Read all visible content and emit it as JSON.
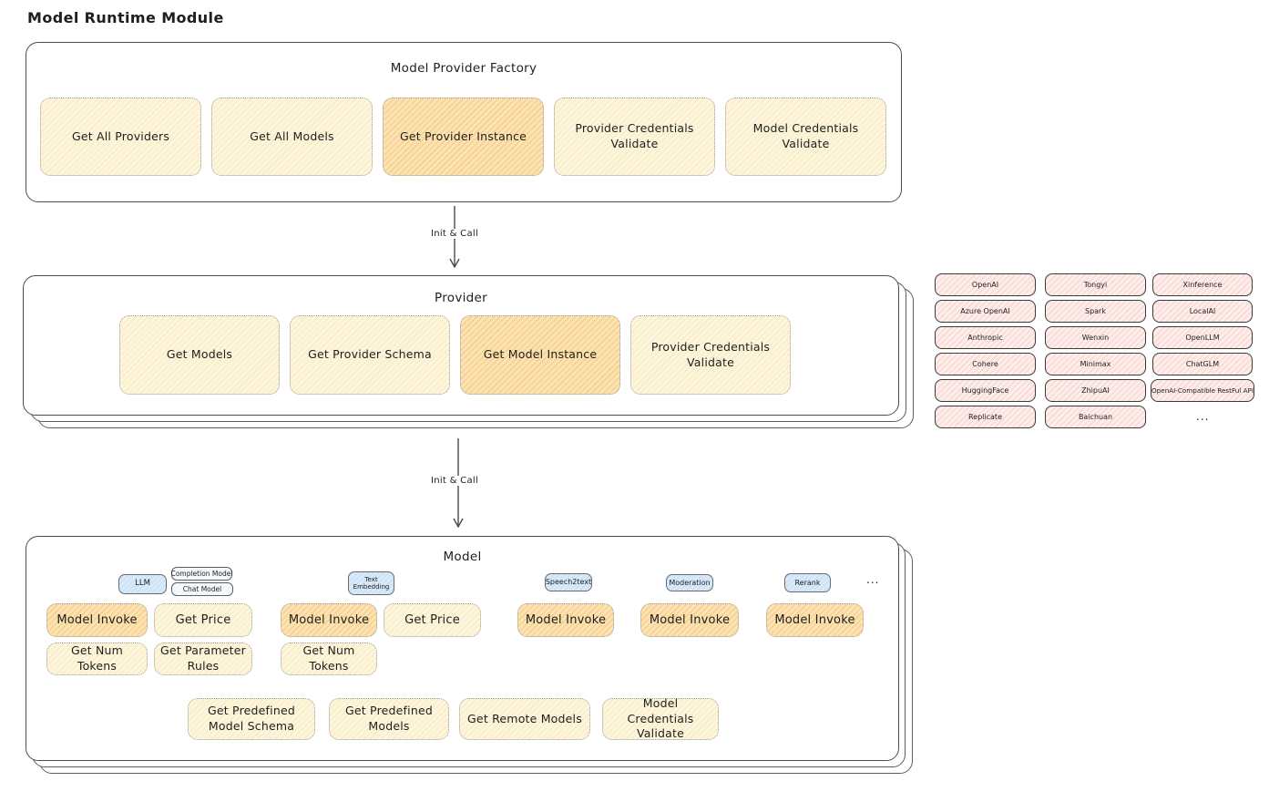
{
  "page_title": "Model Runtime Module",
  "arrows": [
    {
      "label": "Init & Call"
    },
    {
      "label": "Init & Call"
    }
  ],
  "factory": {
    "title": "Model Provider Factory",
    "boxes": [
      "Get All Providers",
      "Get All Models",
      "Get Provider Instance",
      "Provider Credentials Validate",
      "Model Credentials Validate"
    ]
  },
  "provider": {
    "title": "Provider",
    "boxes": [
      "Get Models",
      "Get Provider Schema",
      "Get Model Instance",
      "Provider Credentials Validate"
    ]
  },
  "providers_grid": {
    "columns": [
      [
        "OpenAI",
        "Azure OpenAI",
        "Anthropic",
        "Cohere",
        "HuggingFace",
        "Replicate"
      ],
      [
        "Tongyi",
        "Spark",
        "Wenxin",
        "Minimax",
        "ZhipuAI",
        "Baichuan"
      ],
      [
        "Xinference",
        "LocalAI",
        "OpenLLM",
        "ChatGLM",
        "OpenAI-Compatible RestFul API"
      ]
    ],
    "more": "..."
  },
  "model": {
    "title": "Model",
    "tabs": [
      "LLM",
      "Completion Model",
      "Chat Model",
      "Text Embedding",
      "Speech2text",
      "Moderation",
      "Rerank"
    ],
    "tabs_more": "...",
    "row1": [
      "Model Invoke",
      "Get Price",
      "Model Invoke",
      "Get Price",
      "Model Invoke",
      "Model Invoke",
      "Model Invoke"
    ],
    "row2": [
      "Get Num Tokens",
      "Get Parameter Rules",
      "Get Num Tokens"
    ],
    "bottom": [
      "Get Predefined Model Schema",
      "Get Predefined Models",
      "Get Remote Models",
      "Model Credentials Validate"
    ]
  },
  "colors": {
    "ink": "#1e1e1e",
    "yellow_fill": "#fdf6dd",
    "orange_fill": "#fce3b3",
    "pink_fill": "#fdeeec",
    "blue_fill": "#dbeafa"
  }
}
